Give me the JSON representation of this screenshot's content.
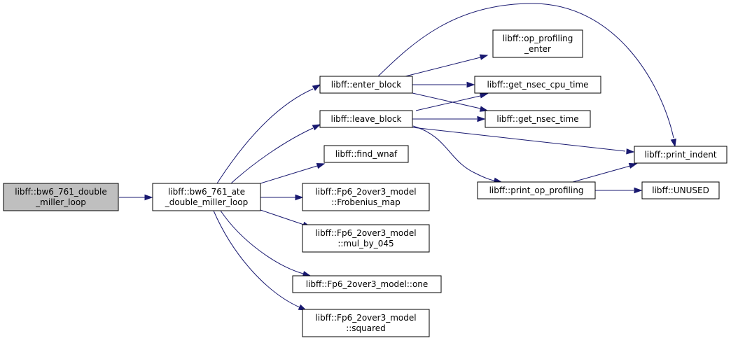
{
  "colors": {
    "edge": "#191970",
    "root_fill": "#bfbfbf",
    "node_fill": "#ffffff",
    "node_border": "#000000"
  },
  "nodes": {
    "root": {
      "lines": [
        "libff::bw6_761_double",
        "_miller_loop"
      ]
    },
    "ate": {
      "lines": [
        "libff::bw6_761_ate",
        "_double_miller_loop"
      ]
    },
    "enter_block": {
      "lines": [
        "libff::enter_block"
      ]
    },
    "leave_block": {
      "lines": [
        "libff::leave_block"
      ]
    },
    "find_wnaf": {
      "lines": [
        "libff::find_wnaf"
      ]
    },
    "frobenius": {
      "lines": [
        "libff::Fp6_2over3_model",
        "::Frobenius_map"
      ]
    },
    "mul_by_045": {
      "lines": [
        "libff::Fp6_2over3_model",
        "::mul_by_045"
      ]
    },
    "one": {
      "lines": [
        "libff::Fp6_2over3_model::one"
      ]
    },
    "squared": {
      "lines": [
        "libff::Fp6_2over3_model",
        "::squared"
      ]
    },
    "op_profiling_enter": {
      "lines": [
        "libff::op_profiling",
        "_enter"
      ]
    },
    "get_nsec_cpu_time": {
      "lines": [
        "libff::get_nsec_cpu_time"
      ]
    },
    "get_nsec_time": {
      "lines": [
        "libff::get_nsec_time"
      ]
    },
    "print_op_profiling": {
      "lines": [
        "libff::print_op_profiling"
      ]
    },
    "print_indent": {
      "lines": [
        "libff::print_indent"
      ]
    },
    "unused": {
      "lines": [
        "libff::UNUSED"
      ]
    }
  }
}
